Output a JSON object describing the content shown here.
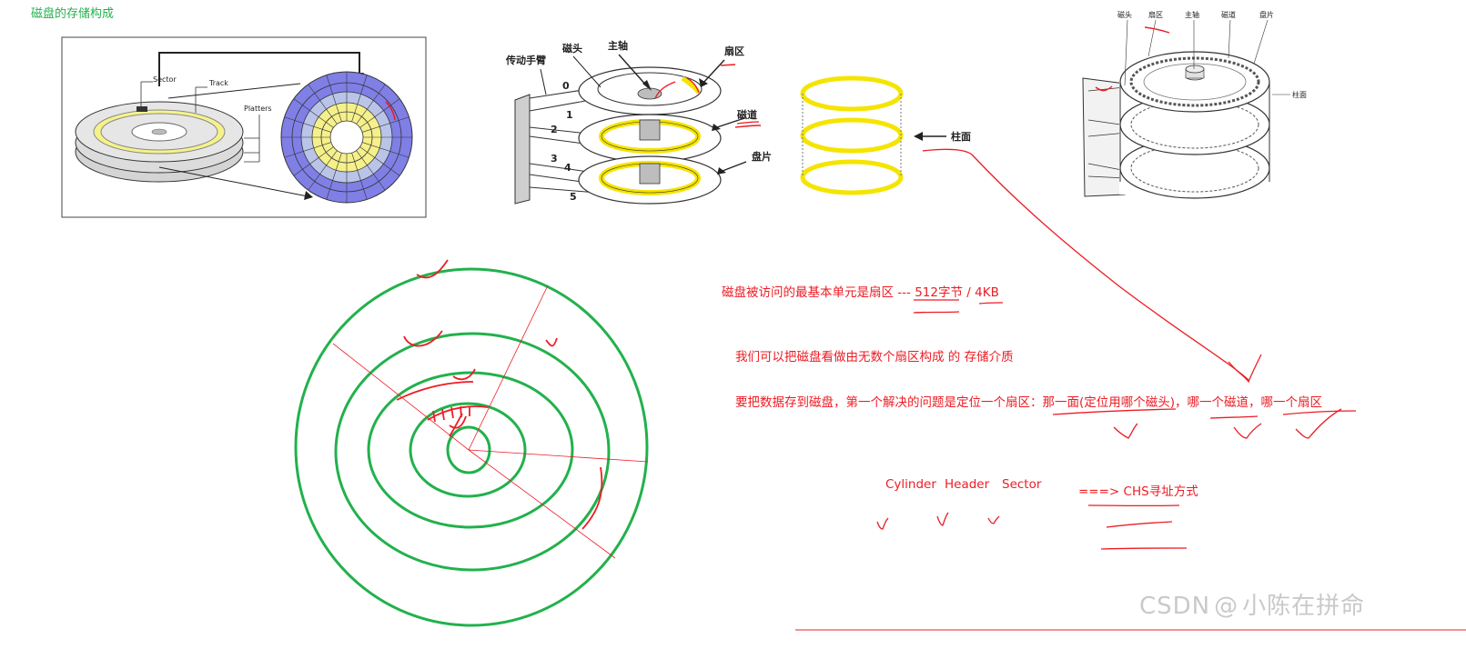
{
  "page": {
    "title": "磁盘的存储构成"
  },
  "figure_left": {
    "labels": {
      "sector": "Sector",
      "track": "Track",
      "platters": "Platters"
    }
  },
  "figure_middle": {
    "labels": {
      "arm": "传动手臂",
      "head": "磁头",
      "spindle": "主轴",
      "sector": "扇区",
      "track": "磁道",
      "platter": "盘片",
      "cylinder": "柱面"
    },
    "surface_numbers": [
      "0",
      "1",
      "2",
      "3",
      "4",
      "5"
    ]
  },
  "figure_right": {
    "labels": {
      "head": "磁头",
      "sector": "扇区",
      "spindle": "主轴",
      "track": "磁道",
      "platter": "盘片",
      "cylinder": "柱面"
    }
  },
  "notes": {
    "line1_text": "磁盘被访问的最基本单元是扇区 --- ",
    "line1_size1": "512字节",
    "line1_sep": " / ",
    "line1_size2": "4KB",
    "line2": "我们可以把磁盘看做由无数个扇区构成 的 存储介质",
    "line3_prefix": "要把数据存到磁盘，第一个解决的问题是定位一个扇区：",
    "line3_face": "那一面(定位用哪个磁头)",
    "line3_sep1": "，",
    "line3_track": "哪一个磁道",
    "line3_sep2": "，",
    "line3_sector": "哪一个扇区",
    "chs_terms": [
      "Cylinder",
      "Header",
      "Sector"
    ],
    "chs_arrow": "===> ",
    "chs_label": "CHS寻址方式"
  },
  "watermark": {
    "site": "CSDN",
    "at": "@",
    "author": "小陈在拼命"
  },
  "colors": {
    "green": "#22b14c",
    "red": "#ed1c24",
    "yellow": "#f5e400",
    "blue": "#7f7fe6",
    "gray": "#c8c8c8"
  }
}
